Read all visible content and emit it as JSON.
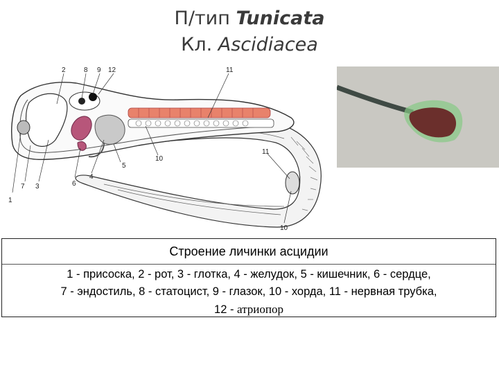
{
  "title": {
    "line1_prefix": "П/тип ",
    "line1_taxon": "Tunicata",
    "line2_prefix": "Кл. ",
    "line2_taxon": "Ascidiacea"
  },
  "diagram": {
    "labels": [
      "1",
      "2",
      "3",
      "4",
      "5",
      "6",
      "7",
      "8",
      "9",
      "10",
      "10",
      "11",
      "11",
      "12"
    ]
  },
  "caption": {
    "header": "Строение личинки асцидии",
    "line1": "1 - присоска, 2 - рот, 3 - глотка, 4 - желудок, 5 - кишечник, 6 - сердце,",
    "line2": "7 - эндостиль, 8 - статоцист, 9 - глазок, 10 - хорда, 11 - нервная трубка,",
    "line3_prefix": "12 - ",
    "line3_serif": "атриопор"
  },
  "colors": {
    "notochord": "#e8826b",
    "pharynx": "#b7567a",
    "stomach": "#c9c9c9",
    "photo_bg": "#c9c8c2",
    "photo_stalk": "#3f4a44",
    "photo_body": "#6b2f2c",
    "photo_halo": "#86c985"
  }
}
